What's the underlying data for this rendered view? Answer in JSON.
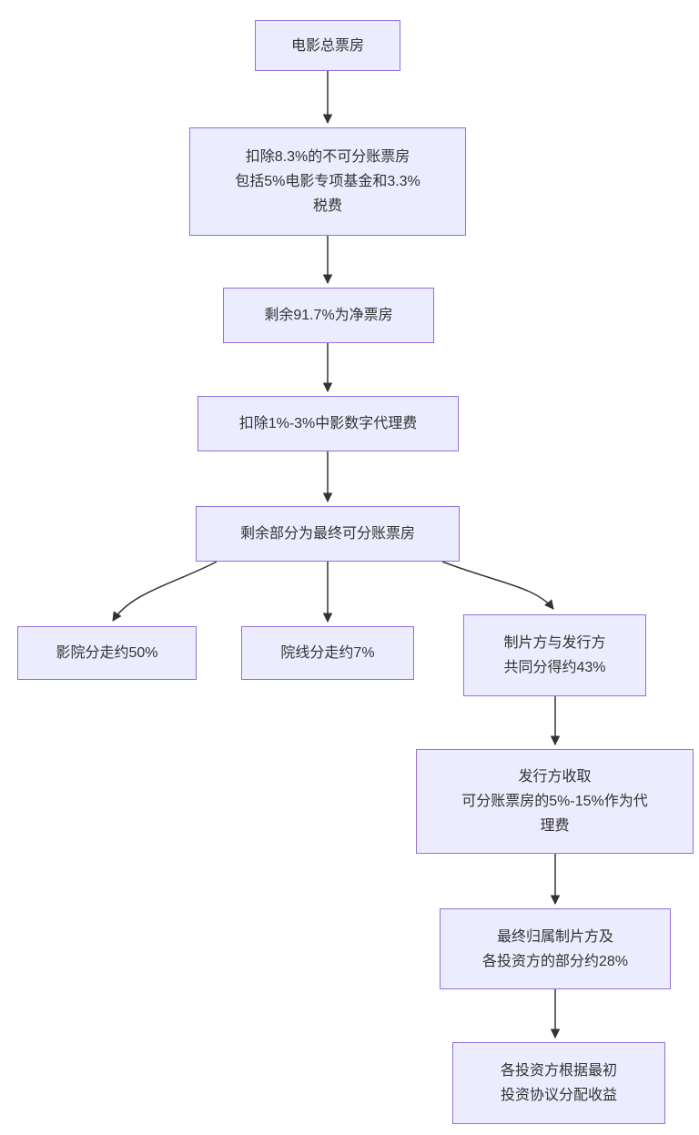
{
  "diagram": {
    "type": "flowchart",
    "direction": "top-down",
    "topic": "movie-box-office-revenue-split",
    "colors": {
      "node_fill": "#ECECFF",
      "node_border": "#9370DB",
      "text": "#333333",
      "arrow": "#333333",
      "background": "#FFFFFF"
    },
    "nodes": [
      {
        "id": "total-box-office",
        "label": "电影总票房"
      },
      {
        "id": "deduct-non-shareable",
        "label": "扣除8.3%的不可分账票房\n包括5%电影专项基金和3.3%\n税费"
      },
      {
        "id": "net-box-office",
        "label": "剩余91.7%为净票房"
      },
      {
        "id": "deduct-digital-agency",
        "label": "扣除1%-3%中影数字代理费"
      },
      {
        "id": "final-shareable",
        "label": "剩余部分为最终可分账票房"
      },
      {
        "id": "cinema-share",
        "label": "影院分走约50%"
      },
      {
        "id": "circuit-share",
        "label": "院线分走约7%"
      },
      {
        "id": "producer-distributor",
        "label": "制片方与发行方\n共同分得约43%"
      },
      {
        "id": "distributor-agency-fee",
        "label": "发行方收取\n可分账票房的5%-15%作为代\n理费"
      },
      {
        "id": "producer-investor-part",
        "label": "最终归属制片方及\n各投资方的部分约28%"
      },
      {
        "id": "investor-distribution",
        "label": "各投资方根据最初\n投资协议分配收益"
      }
    ],
    "edges": [
      {
        "from": "total-box-office",
        "to": "deduct-non-shareable"
      },
      {
        "from": "deduct-non-shareable",
        "to": "net-box-office"
      },
      {
        "from": "net-box-office",
        "to": "deduct-digital-agency"
      },
      {
        "from": "deduct-digital-agency",
        "to": "final-shareable"
      },
      {
        "from": "final-shareable",
        "to": "cinema-share"
      },
      {
        "from": "final-shareable",
        "to": "circuit-share"
      },
      {
        "from": "final-shareable",
        "to": "producer-distributor"
      },
      {
        "from": "producer-distributor",
        "to": "distributor-agency-fee"
      },
      {
        "from": "distributor-agency-fee",
        "to": "producer-investor-part"
      },
      {
        "from": "producer-investor-part",
        "to": "investor-distribution"
      }
    ]
  }
}
